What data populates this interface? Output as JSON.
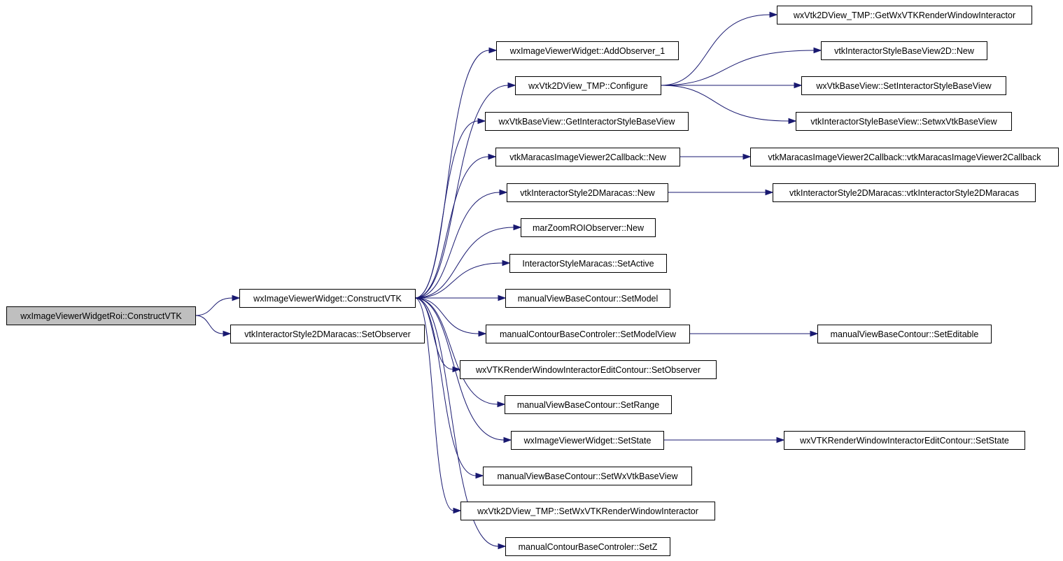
{
  "graph": {
    "root": "wxImageViewerWidgetRoi::ConstructVTK",
    "nodes": [
      {
        "id": "n0",
        "label": "wxImageViewerWidgetRoi::ConstructVTK",
        "root": true
      },
      {
        "id": "n1",
        "label": "wxImageViewerWidget::ConstructVTK"
      },
      {
        "id": "n2",
        "label": "vtkInteractorStyle2DMaracas::SetObserver"
      },
      {
        "id": "n3",
        "label": "wxImageViewerWidget::AddObserver_1"
      },
      {
        "id": "n4",
        "label": "wxVtk2DView_TMP::Configure"
      },
      {
        "id": "n5",
        "label": "wxVtkBaseView::GetInteractorStyleBaseView"
      },
      {
        "id": "n6",
        "label": "vtkMaracasImageViewer2Callback::New"
      },
      {
        "id": "n7",
        "label": "vtkInteractorStyle2DMaracas::New"
      },
      {
        "id": "n8",
        "label": "marZoomROIObserver::New"
      },
      {
        "id": "n9",
        "label": "InteractorStyleMaracas::SetActive"
      },
      {
        "id": "n10",
        "label": "manualViewBaseContour::SetModel"
      },
      {
        "id": "n11",
        "label": "manualContourBaseControler::SetModelView"
      },
      {
        "id": "n12",
        "label": "wxVTKRenderWindowInteractorEditContour::SetObserver"
      },
      {
        "id": "n13",
        "label": "manualViewBaseContour::SetRange"
      },
      {
        "id": "n14",
        "label": "wxImageViewerWidget::SetState"
      },
      {
        "id": "n15",
        "label": "manualViewBaseContour::SetWxVtkBaseView"
      },
      {
        "id": "n16",
        "label": "wxVtk2DView_TMP::SetWxVTKRenderWindowInteractor"
      },
      {
        "id": "n17",
        "label": "manualContourBaseControler::SetZ"
      },
      {
        "id": "n18",
        "label": "wxVtk2DView_TMP::GetWxVTKRenderWindowInteractor"
      },
      {
        "id": "n19",
        "label": "vtkInteractorStyleBaseView2D::New"
      },
      {
        "id": "n20",
        "label": "wxVtkBaseView::SetInteractorStyleBaseView"
      },
      {
        "id": "n21",
        "label": "vtkInteractorStyleBaseView::SetwxVtkBaseView"
      },
      {
        "id": "n22",
        "label": "vtkMaracasImageViewer2Callback::vtkMaracasImageViewer2Callback"
      },
      {
        "id": "n23",
        "label": "vtkInteractorStyle2DMaracas::vtkInteractorStyle2DMaracas"
      },
      {
        "id": "n24",
        "label": "manualViewBaseContour::SetEditable"
      },
      {
        "id": "n25",
        "label": "wxVTKRenderWindowInteractorEditContour::SetState"
      }
    ],
    "edges": [
      [
        "n0",
        "n1"
      ],
      [
        "n0",
        "n2"
      ],
      [
        "n1",
        "n3"
      ],
      [
        "n1",
        "n4"
      ],
      [
        "n1",
        "n5"
      ],
      [
        "n1",
        "n6"
      ],
      [
        "n1",
        "n7"
      ],
      [
        "n1",
        "n8"
      ],
      [
        "n1",
        "n9"
      ],
      [
        "n1",
        "n10"
      ],
      [
        "n1",
        "n11"
      ],
      [
        "n1",
        "n12"
      ],
      [
        "n1",
        "n13"
      ],
      [
        "n1",
        "n14"
      ],
      [
        "n1",
        "n15"
      ],
      [
        "n1",
        "n16"
      ],
      [
        "n1",
        "n17"
      ],
      [
        "n4",
        "n18"
      ],
      [
        "n4",
        "n19"
      ],
      [
        "n4",
        "n20"
      ],
      [
        "n4",
        "n21"
      ],
      [
        "n6",
        "n22"
      ],
      [
        "n7",
        "n23"
      ],
      [
        "n11",
        "n24"
      ],
      [
        "n14",
        "n25"
      ]
    ],
    "colors": {
      "edge": "#191970",
      "root_fill": "#bfbfbf",
      "node_fill": "#ffffff",
      "border": "#000000"
    }
  }
}
